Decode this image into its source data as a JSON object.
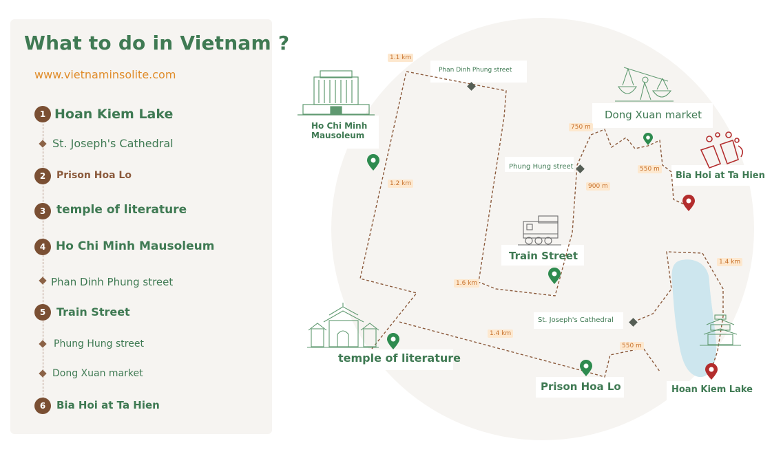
{
  "sidebar": {
    "title": "What to do in Vietnam ?",
    "url": "www.vietnaminsolite.com",
    "items": [
      {
        "num": "1",
        "label": "Hoan Kiem Lake"
      },
      {
        "num": "",
        "label": "St. Joseph's Cathedral"
      },
      {
        "num": "2",
        "label": "Prison Hoa Lo"
      },
      {
        "num": "3",
        "label": "temple of literature"
      },
      {
        "num": "4",
        "label": "Ho Chi Minh Mausoleum"
      },
      {
        "num": "",
        "label": "Phan Dinh Phung street"
      },
      {
        "num": "5",
        "label": "Train Street"
      },
      {
        "num": "",
        "label": "Phung Hung street"
      },
      {
        "num": "",
        "label": "Dong Xuan market"
      },
      {
        "num": "6",
        "label": "Bia Hoi at Ta Hien"
      }
    ]
  },
  "map": {
    "places": {
      "mausoleum": "Ho Chi Minh\nMausoleum",
      "mausoleum_l1": "Ho Chi Minh",
      "mausoleum_l2": "Mausoleum",
      "phan_dinh_phung": "Phan Dinh Phung street",
      "dong_xuan": "Dong Xuan market",
      "bia_hoi": "Bia Hoi at Ta Hien",
      "phung_hung": "Phung Hung street",
      "train_street": "Train Street",
      "st_joseph": "St. Joseph's Cathedral",
      "temple": "temple of literature",
      "prison": "Prison Hoa Lo",
      "hoan_kiem": "Hoan Kiem Lake"
    },
    "distances": {
      "d_1_1km": "1.1 km",
      "d_1_2km": "1.2 km",
      "d_750m": "750 m",
      "d_550m_a": "550 m",
      "d_900m": "900 m",
      "d_1_6km": "1.6 km",
      "d_1_4km_a": "1.4 km",
      "d_1_4km_b": "1.4 km",
      "d_550m_b": "550 m"
    },
    "colors": {
      "green_pin": "#2e8b4f",
      "red_pin": "#b32d2d",
      "route": "#8b5a3c",
      "lake": "#cde6ee",
      "bg_circle": "#f6f4f1"
    }
  }
}
